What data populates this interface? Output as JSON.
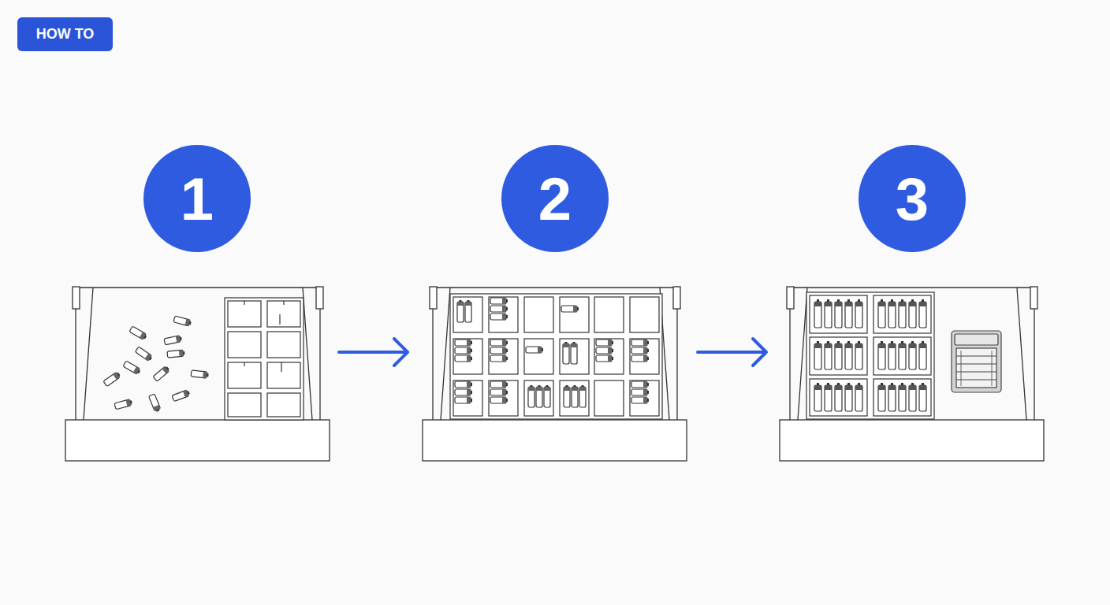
{
  "diagram": {
    "nodes": [
      {
        "text": [
          "HOW TO"
        ]
      },
      {
        "text": [
          "1"
        ]
      },
      {
        "text": [
          "2"
        ]
      },
      {
        "text": [
          "3"
        ]
      }
    ]
  }
}
